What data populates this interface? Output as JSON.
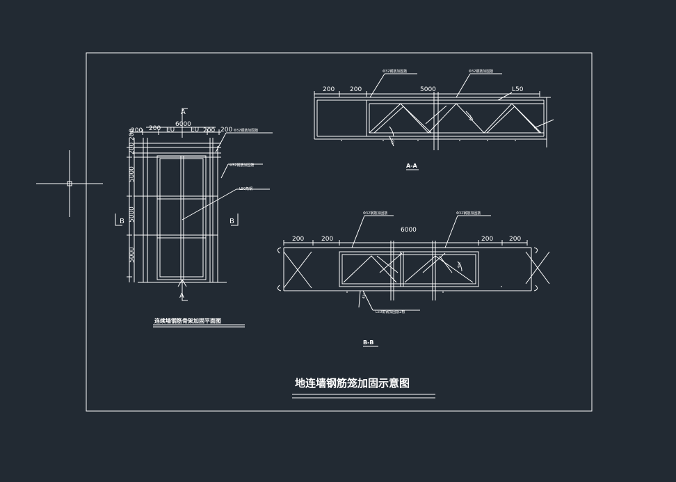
{
  "colors": {
    "background": "#222a33",
    "lines": "#ffffff"
  },
  "title": "地连墙钢筋笼加固示意图",
  "plan": {
    "caption": "连续墙钢筋骨架加固平面图",
    "top_dims": [
      "200",
      "200",
      "EU",
      "EU",
      "200",
      "200"
    ],
    "total_width": "6000",
    "side_dims": [
      "200",
      "200",
      "5000",
      "5000",
      "5000"
    ],
    "section_a_top": "A",
    "section_a_bottom": "A",
    "section_b_left": "B",
    "section_b_right": "B",
    "callout_1": "Φ32钢筋加固筋",
    "callout_2": "Φ32钢筋加固筋",
    "callout_3": "L50角钢"
  },
  "section_aa": {
    "label": "A-A",
    "dims": [
      "200",
      "200",
      "5000"
    ],
    "angle_label": "L50",
    "angle_1": "45°",
    "angle_2": "45°",
    "callout_1": "Φ32钢筋加固筋",
    "callout_2": "Φ32钢筋加固筋"
  },
  "section_bb": {
    "label": "B-B",
    "dims_left": [
      "200",
      "200"
    ],
    "total_width": "6000",
    "dims_right": [
      "200",
      "200"
    ],
    "angle_1": "45°",
    "angle_2": "45°",
    "callout_1": "Φ32钢筋加固筋",
    "callout_2": "Φ32钢筋加固筋",
    "callout_3": "L50角钢加固筋2根"
  }
}
